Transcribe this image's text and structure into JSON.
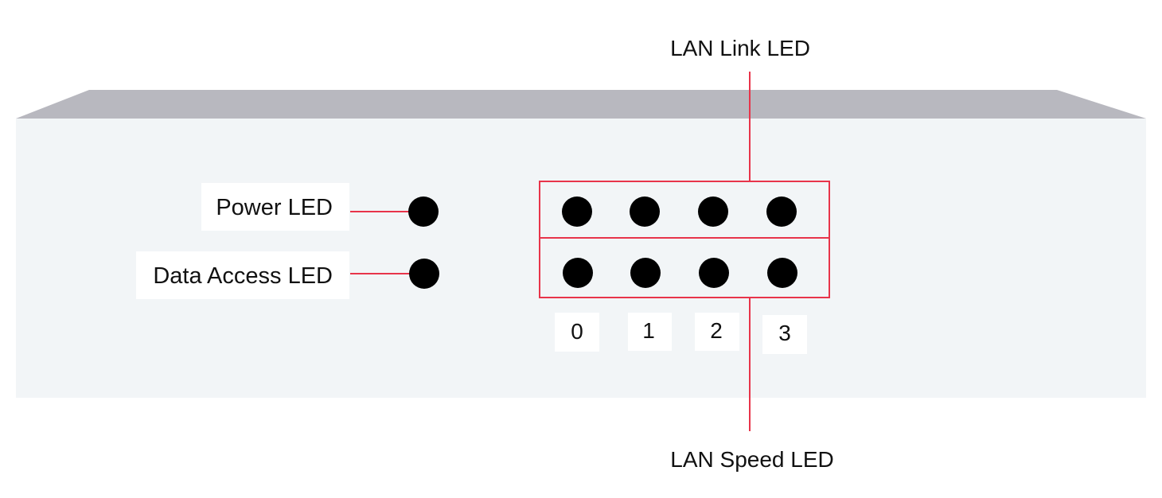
{
  "labels": {
    "lan_link_led": "LAN Link LED",
    "power_led": "Power LED",
    "data_access_led": "Data Access LED",
    "lan_speed_led": "LAN Speed LED"
  },
  "ports": [
    "0",
    "1",
    "2",
    "3"
  ],
  "colors": {
    "device_face": "#f2f5f7",
    "device_top": "#b8b8bf",
    "led": "#000000",
    "callout_line": "#e8344a",
    "label_bg": "#ffffff"
  }
}
